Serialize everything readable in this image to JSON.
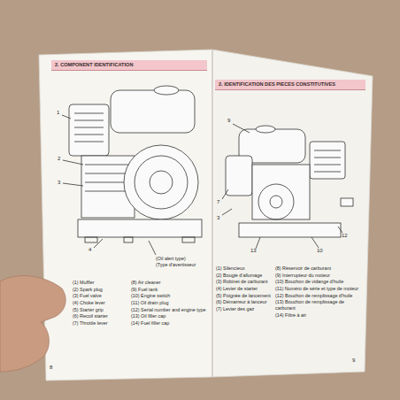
{
  "diagram": {
    "nodes": [
      {
        "text": [
          "2. COMPONENT IDENTIFICATION"
        ]
      },
      {
        "text": [
          "2. IDENTIFICATION DES PIECES CONSTITUTIVES"
        ]
      }
    ],
    "labels": [
      "(1) Muffler",
      "(2) Spark plug",
      "(3) Fuel valve",
      "(4) Choke lever",
      "(5) Starter grip",
      "(6) Recoil starter",
      "(7) Throttle lever",
      "(8) Air cleaner",
      "(9) Fuel tank",
      "(10) Engine switch",
      "(11) Oil drain plug",
      "(12) Serial number and engine type",
      "(13) Oil filler cap",
      "(14) Fuel filler cap",
      "(Oil alert type)",
      "(Type d'avertisseur",
      "(1) Silencieux",
      "(2) Bougie d'allumage",
      "(3) Robinet de carburant",
      "(4) Levier de starter",
      "(5) Poignée de lancement",
      "(6) Démarreur à lanceur",
      "(7) Levier des gaz",
      "(8) Réservoir de carburant",
      "(9) Interrupteur du moteur",
      "(10) Bouchon de vidange d'huile",
      "(11) Numéro de série et type de moteur",
      "(12) Bouchon de remplissage d'huile",
      "(13) Bouchon de remplissage de carburant",
      "(14) Filtre à air",
      "8",
      "9",
      "1",
      "2",
      "3",
      "4",
      "9",
      "7",
      "3",
      "13",
      "10",
      "12"
    ]
  }
}
